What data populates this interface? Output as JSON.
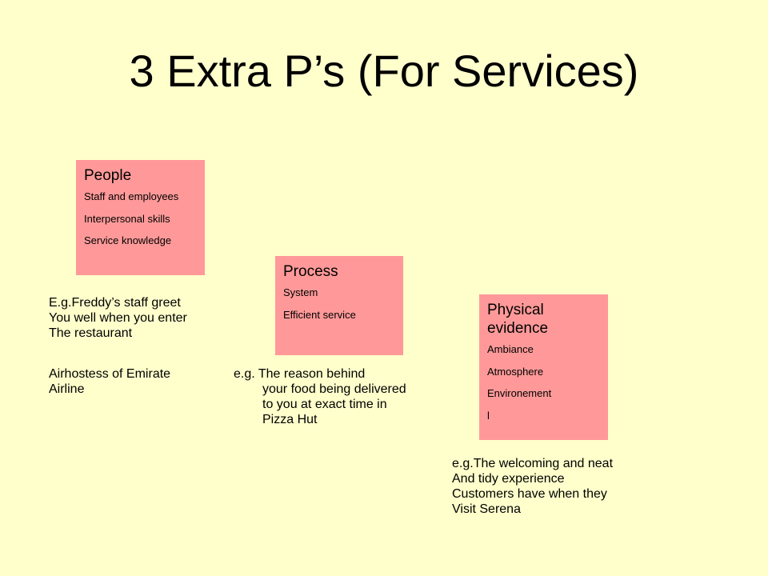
{
  "slide": {
    "title": "3 Extra P’s (For Services)"
  },
  "boxes": {
    "people": {
      "heading": "People",
      "items": [
        "Staff and employees",
        "Interpersonal skills",
        "Service knowledge"
      ]
    },
    "process": {
      "heading": "Process",
      "items": [
        "System",
        "Efficient service"
      ]
    },
    "physical": {
      "heading": "Physical evidence",
      "items": [
        "Ambiance",
        "Atmosphere",
        "Environement",
        "l"
      ]
    }
  },
  "notes": {
    "people_example": [
      "E.g.Freddy’s staff greet",
      "You well when you enter",
      "The restaurant"
    ],
    "people_example2": [
      "Airhostess of Emirate",
      "Airline"
    ],
    "process_example": [
      "e.g. The reason behind",
      "your food being delivered",
      "to you at exact time in",
      "Pizza Hut"
    ],
    "physical_example": [
      "e.g.The welcoming and neat",
      "And tidy experience",
      "Customers have when they",
      "Visit Serena"
    ]
  },
  "colors": {
    "background": "#ffffcc",
    "box": "#ff9999"
  }
}
